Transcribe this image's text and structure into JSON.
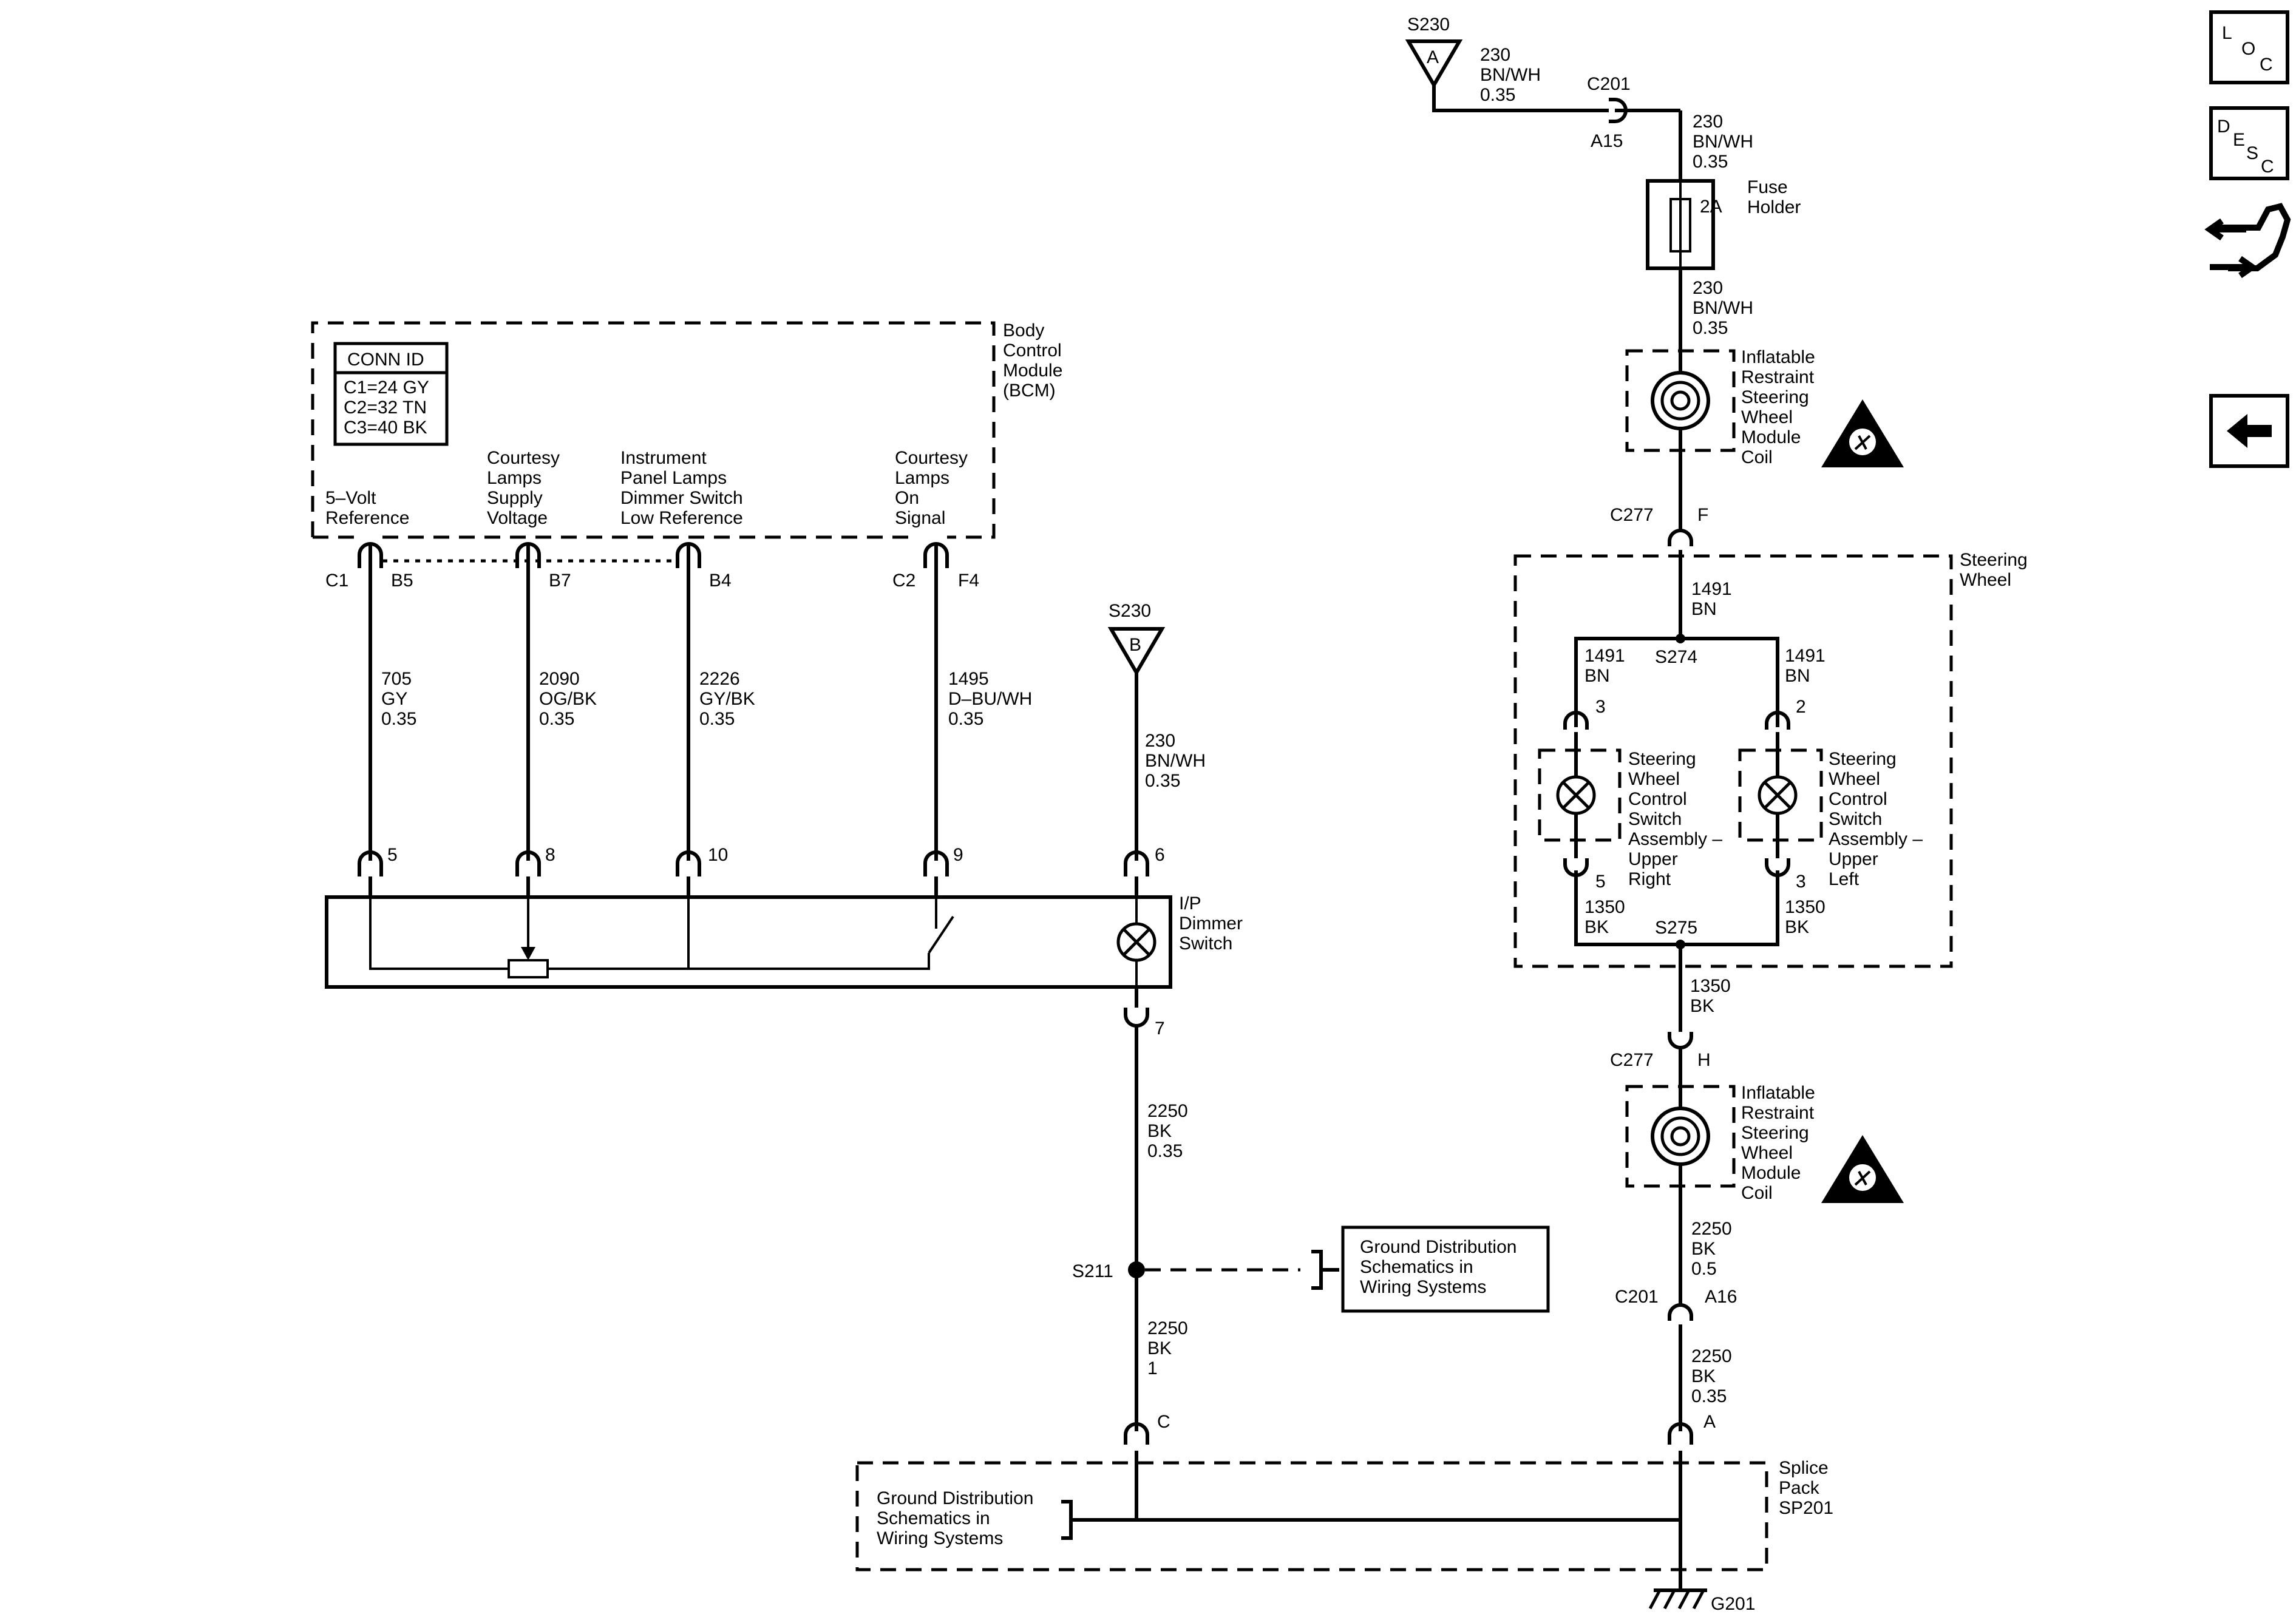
{
  "nav": {
    "loc": [
      "L",
      "O",
      "C"
    ],
    "desc": [
      "D",
      "E",
      "S",
      "C"
    ]
  },
  "bcm": {
    "label": [
      "Body",
      "Control",
      "Module",
      "(BCM)"
    ],
    "conn_id_title": "CONN ID",
    "conn_ids": [
      "C1=24 GY",
      "C2=32 TN",
      "C3=40 BK"
    ],
    "pins": [
      {
        "label": [
          "5–Volt",
          "Reference"
        ],
        "conn": "C1",
        "pin": "B5"
      },
      {
        "label": [
          "Courtesy",
          "Lamps",
          "Supply",
          "Voltage"
        ],
        "pin": "B7"
      },
      {
        "label": [
          "Instrument",
          "Panel Lamps",
          "Dimmer Switch",
          "Low Reference"
        ],
        "pin": "B4"
      },
      {
        "label": [
          "Courtesy",
          "Lamps",
          "On",
          "Signal"
        ],
        "conn": "C2",
        "pin": "F4"
      }
    ]
  },
  "wires": {
    "w705": [
      "705",
      "GY",
      "0.35"
    ],
    "w2090": [
      "2090",
      "OG/BK",
      "0.35"
    ],
    "w2226": [
      "2226",
      "GY/BK",
      "0.35"
    ],
    "w1495": [
      "1495",
      "D–BU/WH",
      "0.35"
    ],
    "w230_b": [
      "230",
      "BN/WH",
      "0.35"
    ],
    "w2250_7": [
      "2250",
      "BK",
      "0.35"
    ],
    "w2250_s211": [
      "2250",
      "BK",
      "1"
    ],
    "w230_top": [
      "230",
      "BN/WH",
      "0.35"
    ],
    "w230_c201": [
      "230",
      "BN/WH",
      "0.35"
    ],
    "w230_fuse": [
      "230",
      "BN/WH",
      "0.35"
    ],
    "w1491_main": [
      "1491",
      "BN"
    ],
    "w1491_left": [
      "1491",
      "BN"
    ],
    "w1491_right": [
      "1491",
      "BN"
    ],
    "w1350_left": [
      "1350",
      "BK"
    ],
    "w1350_right": [
      "1350",
      "BK"
    ],
    "w1350_main": [
      "1350",
      "BK"
    ],
    "w2250_coil": [
      "2250",
      "BK",
      "0.5"
    ],
    "w2250_c201": [
      "2250",
      "BK",
      "0.35"
    ]
  },
  "dimmer": {
    "label": [
      "I/P",
      "Dimmer",
      "Switch"
    ],
    "pins": [
      "5",
      "8",
      "10",
      "9",
      "6",
      "7"
    ]
  },
  "s230": {
    "name": "S230",
    "a": "A",
    "b": "B"
  },
  "s211": {
    "name": "S211",
    "ref": [
      "Ground Distribution",
      "Schematics in",
      "Wiring Systems"
    ]
  },
  "c201": {
    "name": "C201",
    "pin_a15": "A15",
    "pin_a16": "A16"
  },
  "fuse": {
    "rating": "2A",
    "label": [
      "Fuse",
      "Holder"
    ]
  },
  "coil": {
    "label": [
      "Inflatable",
      "Restraint",
      "Steering",
      "Wheel",
      "Module",
      "Coil"
    ]
  },
  "c277": {
    "name": "C277",
    "pin_f": "F",
    "pin_h": "H"
  },
  "steering_wheel": {
    "label": [
      "Steering",
      "Wheel"
    ],
    "s274": "S274",
    "s275": "S275",
    "right_switch": {
      "label": [
        "Steering",
        "Wheel",
        "Control",
        "Switch",
        "Assembly –",
        "Upper",
        "Right"
      ],
      "pin_top": "3",
      "pin_bottom": "5"
    },
    "left_switch": {
      "label": [
        "Steering",
        "Wheel",
        "Control",
        "Switch",
        "Assembly –",
        "Upper",
        "Left"
      ],
      "pin_top": "2",
      "pin_bottom": "3"
    }
  },
  "splice_pack": {
    "label": [
      "Splice",
      "Pack",
      "SP201"
    ],
    "pin_c": "C",
    "pin_a": "A",
    "ref": [
      "Ground Distribution",
      "Schematics in",
      "Wiring Systems"
    ]
  },
  "ground": {
    "name": "G201"
  }
}
